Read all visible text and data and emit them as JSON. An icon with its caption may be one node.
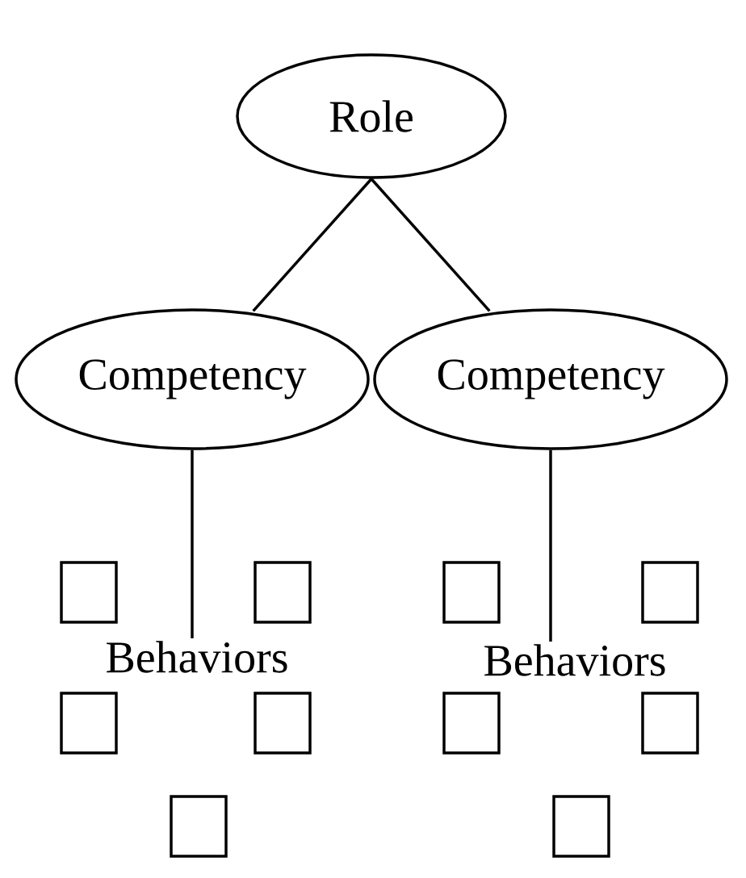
{
  "diagram": {
    "nodes": [
      {
        "text": [
          "Role"
        ]
      },
      {
        "text": [
          "Competency"
        ]
      },
      {
        "text": [
          "Competency"
        ]
      },
      {
        "text": [
          "Behaviors"
        ]
      },
      {
        "text": [
          "Behaviors"
        ]
      },
      {
        "text": [],
        "shape": "box"
      },
      {
        "text": [],
        "shape": "box"
      },
      {
        "text": [],
        "shape": "box"
      },
      {
        "text": [],
        "shape": "box"
      },
      {
        "text": [],
        "shape": "box"
      },
      {
        "text": [],
        "shape": "box"
      },
      {
        "text": [],
        "shape": "box"
      },
      {
        "text": [],
        "shape": "box"
      },
      {
        "text": [],
        "shape": "box"
      },
      {
        "text": [],
        "shape": "box"
      }
    ],
    "edges": [
      {
        "from": 0,
        "to": 1,
        "arrow": "none"
      },
      {
        "from": 0,
        "to": 2,
        "arrow": "none"
      },
      {
        "from": 1,
        "to": 3,
        "arrow": "none"
      },
      {
        "from": 2,
        "to": 4,
        "arrow": "none"
      }
    ]
  }
}
